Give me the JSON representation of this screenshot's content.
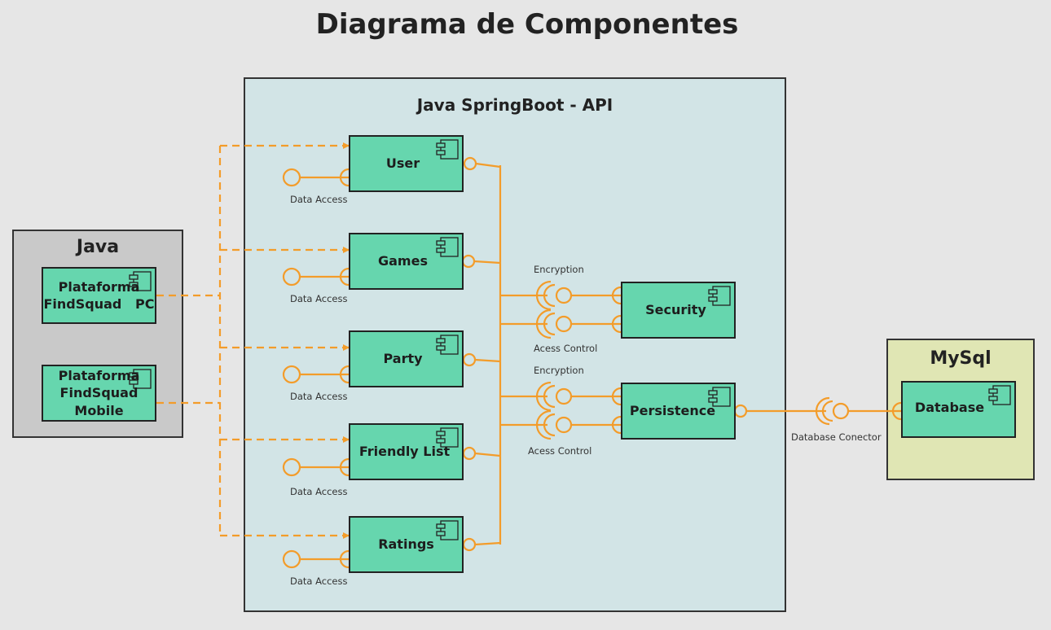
{
  "title": "Diagrama de Componentes",
  "colors": {
    "background": "#e6e6e6",
    "api_group": "#d2e4e6",
    "java_group": "#c9c9c9",
    "mysql_group": "#e0e6b4",
    "component": "#66d6ae",
    "connector": "#f39c2a"
  },
  "groups": {
    "java": {
      "label": "Java",
      "components": {
        "pc": [
          "Plataforma",
          "FindSquad   PC"
        ],
        "mobile": [
          "Plataforma",
          "FindSquad",
          "Mobile"
        ]
      }
    },
    "api": {
      "label": "Java SpringBoot - API",
      "components": {
        "user": "User",
        "games": "Games",
        "party": "Party",
        "friendly_list": "Friendly List",
        "ratings": "Ratings",
        "security": "Security",
        "persistence": "Persistence"
      }
    },
    "mysql": {
      "label": "MySql",
      "components": {
        "database": "Database"
      }
    }
  },
  "interfaces": {
    "data_access": "Data Access",
    "encryption": "Encryption",
    "access_control": "Acess Control",
    "database_connector": "Database Conector"
  }
}
